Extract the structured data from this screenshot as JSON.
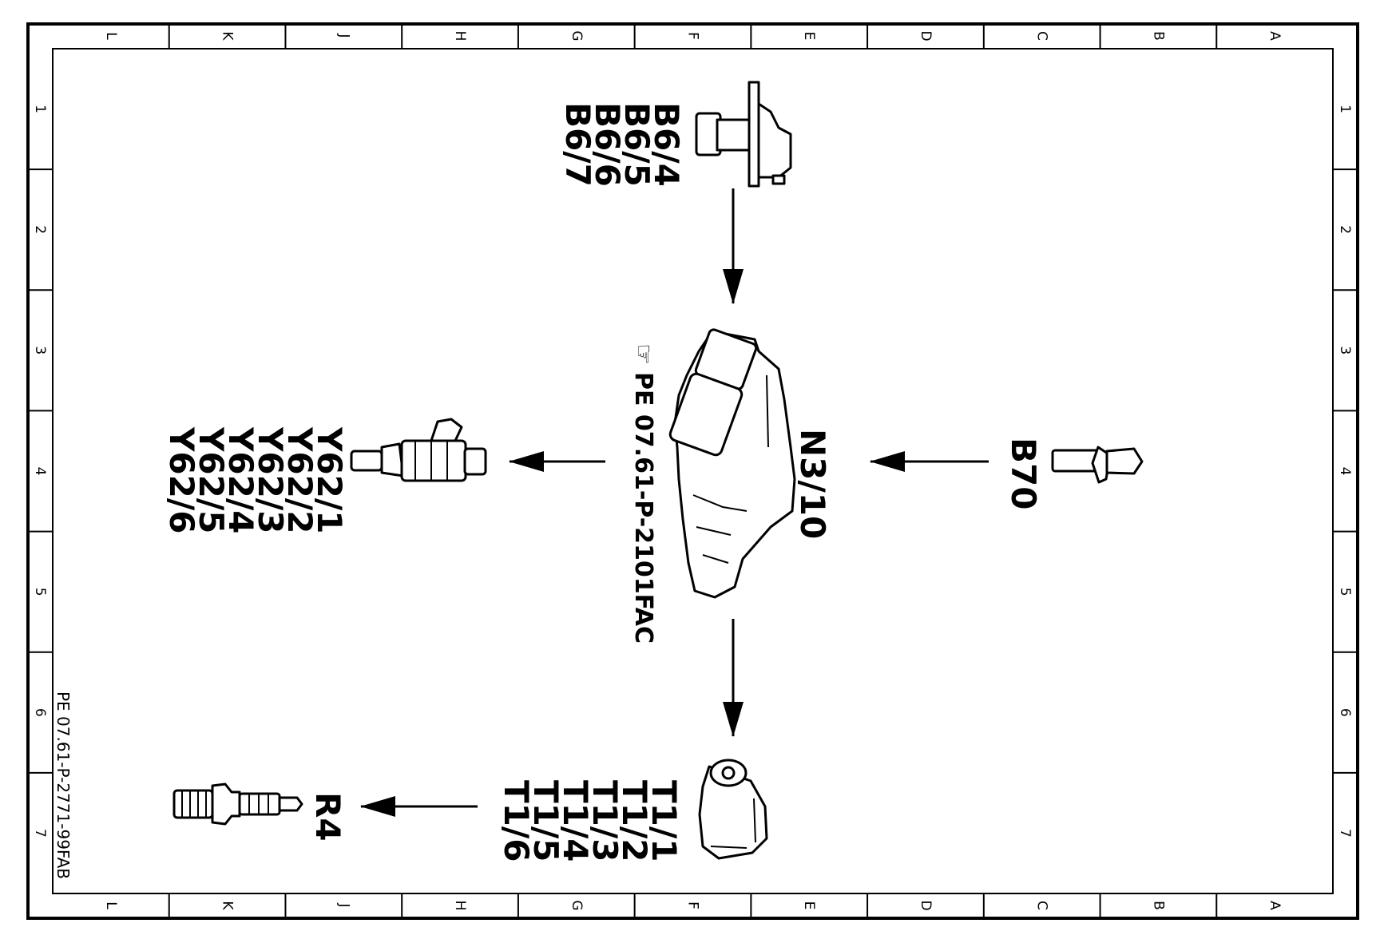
{
  "frame": {
    "columns": [
      "L",
      "K",
      "J",
      "H",
      "G",
      "F",
      "E",
      "D",
      "C",
      "B",
      "A"
    ],
    "rows": [
      "1",
      "2",
      "3",
      "4",
      "5",
      "6",
      "7"
    ]
  },
  "drawing_code": "PE 07.61-P-2771-99FAB",
  "components": {
    "camshaft_sensors": {
      "labels": [
        "B6/4",
        "B6/5",
        "B6/6",
        "B6/7"
      ]
    },
    "control_unit": {
      "label": "N3/10",
      "reference": "PE 07.61-P-2101FAC",
      "reference_icon": "pointing-hand-icon"
    },
    "crankshaft_sensor": {
      "label": "B70"
    },
    "injectors": {
      "labels": [
        "Y62/1",
        "Y62/2",
        "Y62/3",
        "Y62/4",
        "Y62/5",
        "Y62/6"
      ]
    },
    "ignition_coils": {
      "labels": [
        "T1/1",
        "T1/2",
        "T1/3",
        "T1/4",
        "T1/5",
        "T1/6"
      ]
    },
    "spark_plug": {
      "label": "R4"
    }
  },
  "colors": {
    "line": "#000000",
    "background": "#ffffff"
  }
}
